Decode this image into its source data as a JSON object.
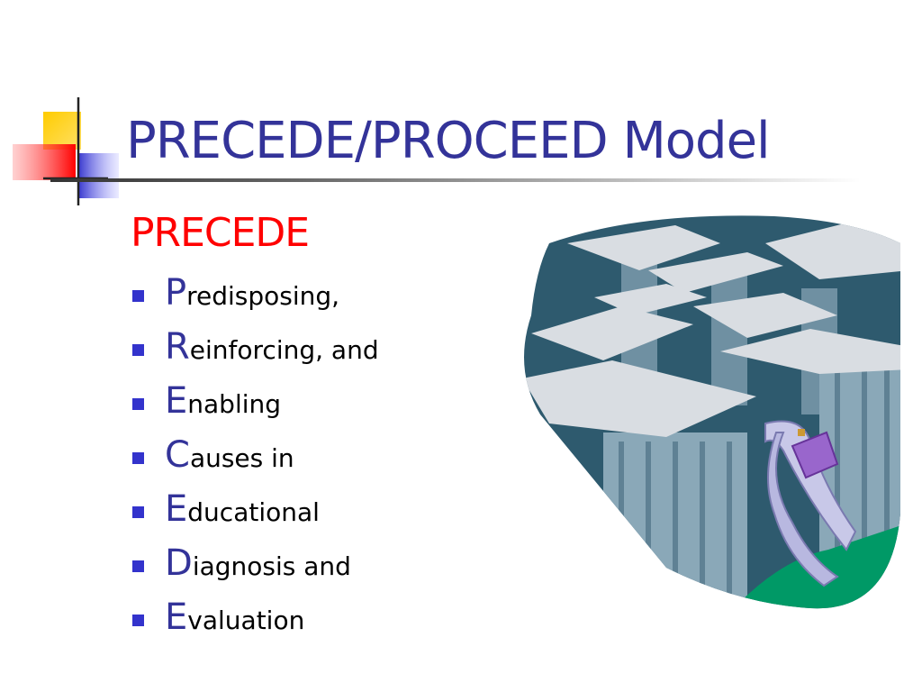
{
  "slide": {
    "title": "PRECEDE/PROCEED Model",
    "subtitle": "PRECEDE",
    "bullets": [
      {
        "initial": "P",
        "rest": "redisposing,"
      },
      {
        "initial": "R",
        "rest": "einforcing, and"
      },
      {
        "initial": "E",
        "rest": "nabling"
      },
      {
        "initial": "C",
        "rest": "auses in"
      },
      {
        "initial": "E",
        "rest": "ducational"
      },
      {
        "initial": "D",
        "rest": "iagnosis and"
      },
      {
        "initial": "E",
        "rest": "valuation"
      }
    ]
  },
  "colors": {
    "title": "#333399",
    "subtitle": "#ff0000",
    "bullet": "#3333cc"
  },
  "icons": {
    "corner_decoration": "colored-squares-crosshair-icon",
    "illustration": "maze-clipart-icon"
  }
}
